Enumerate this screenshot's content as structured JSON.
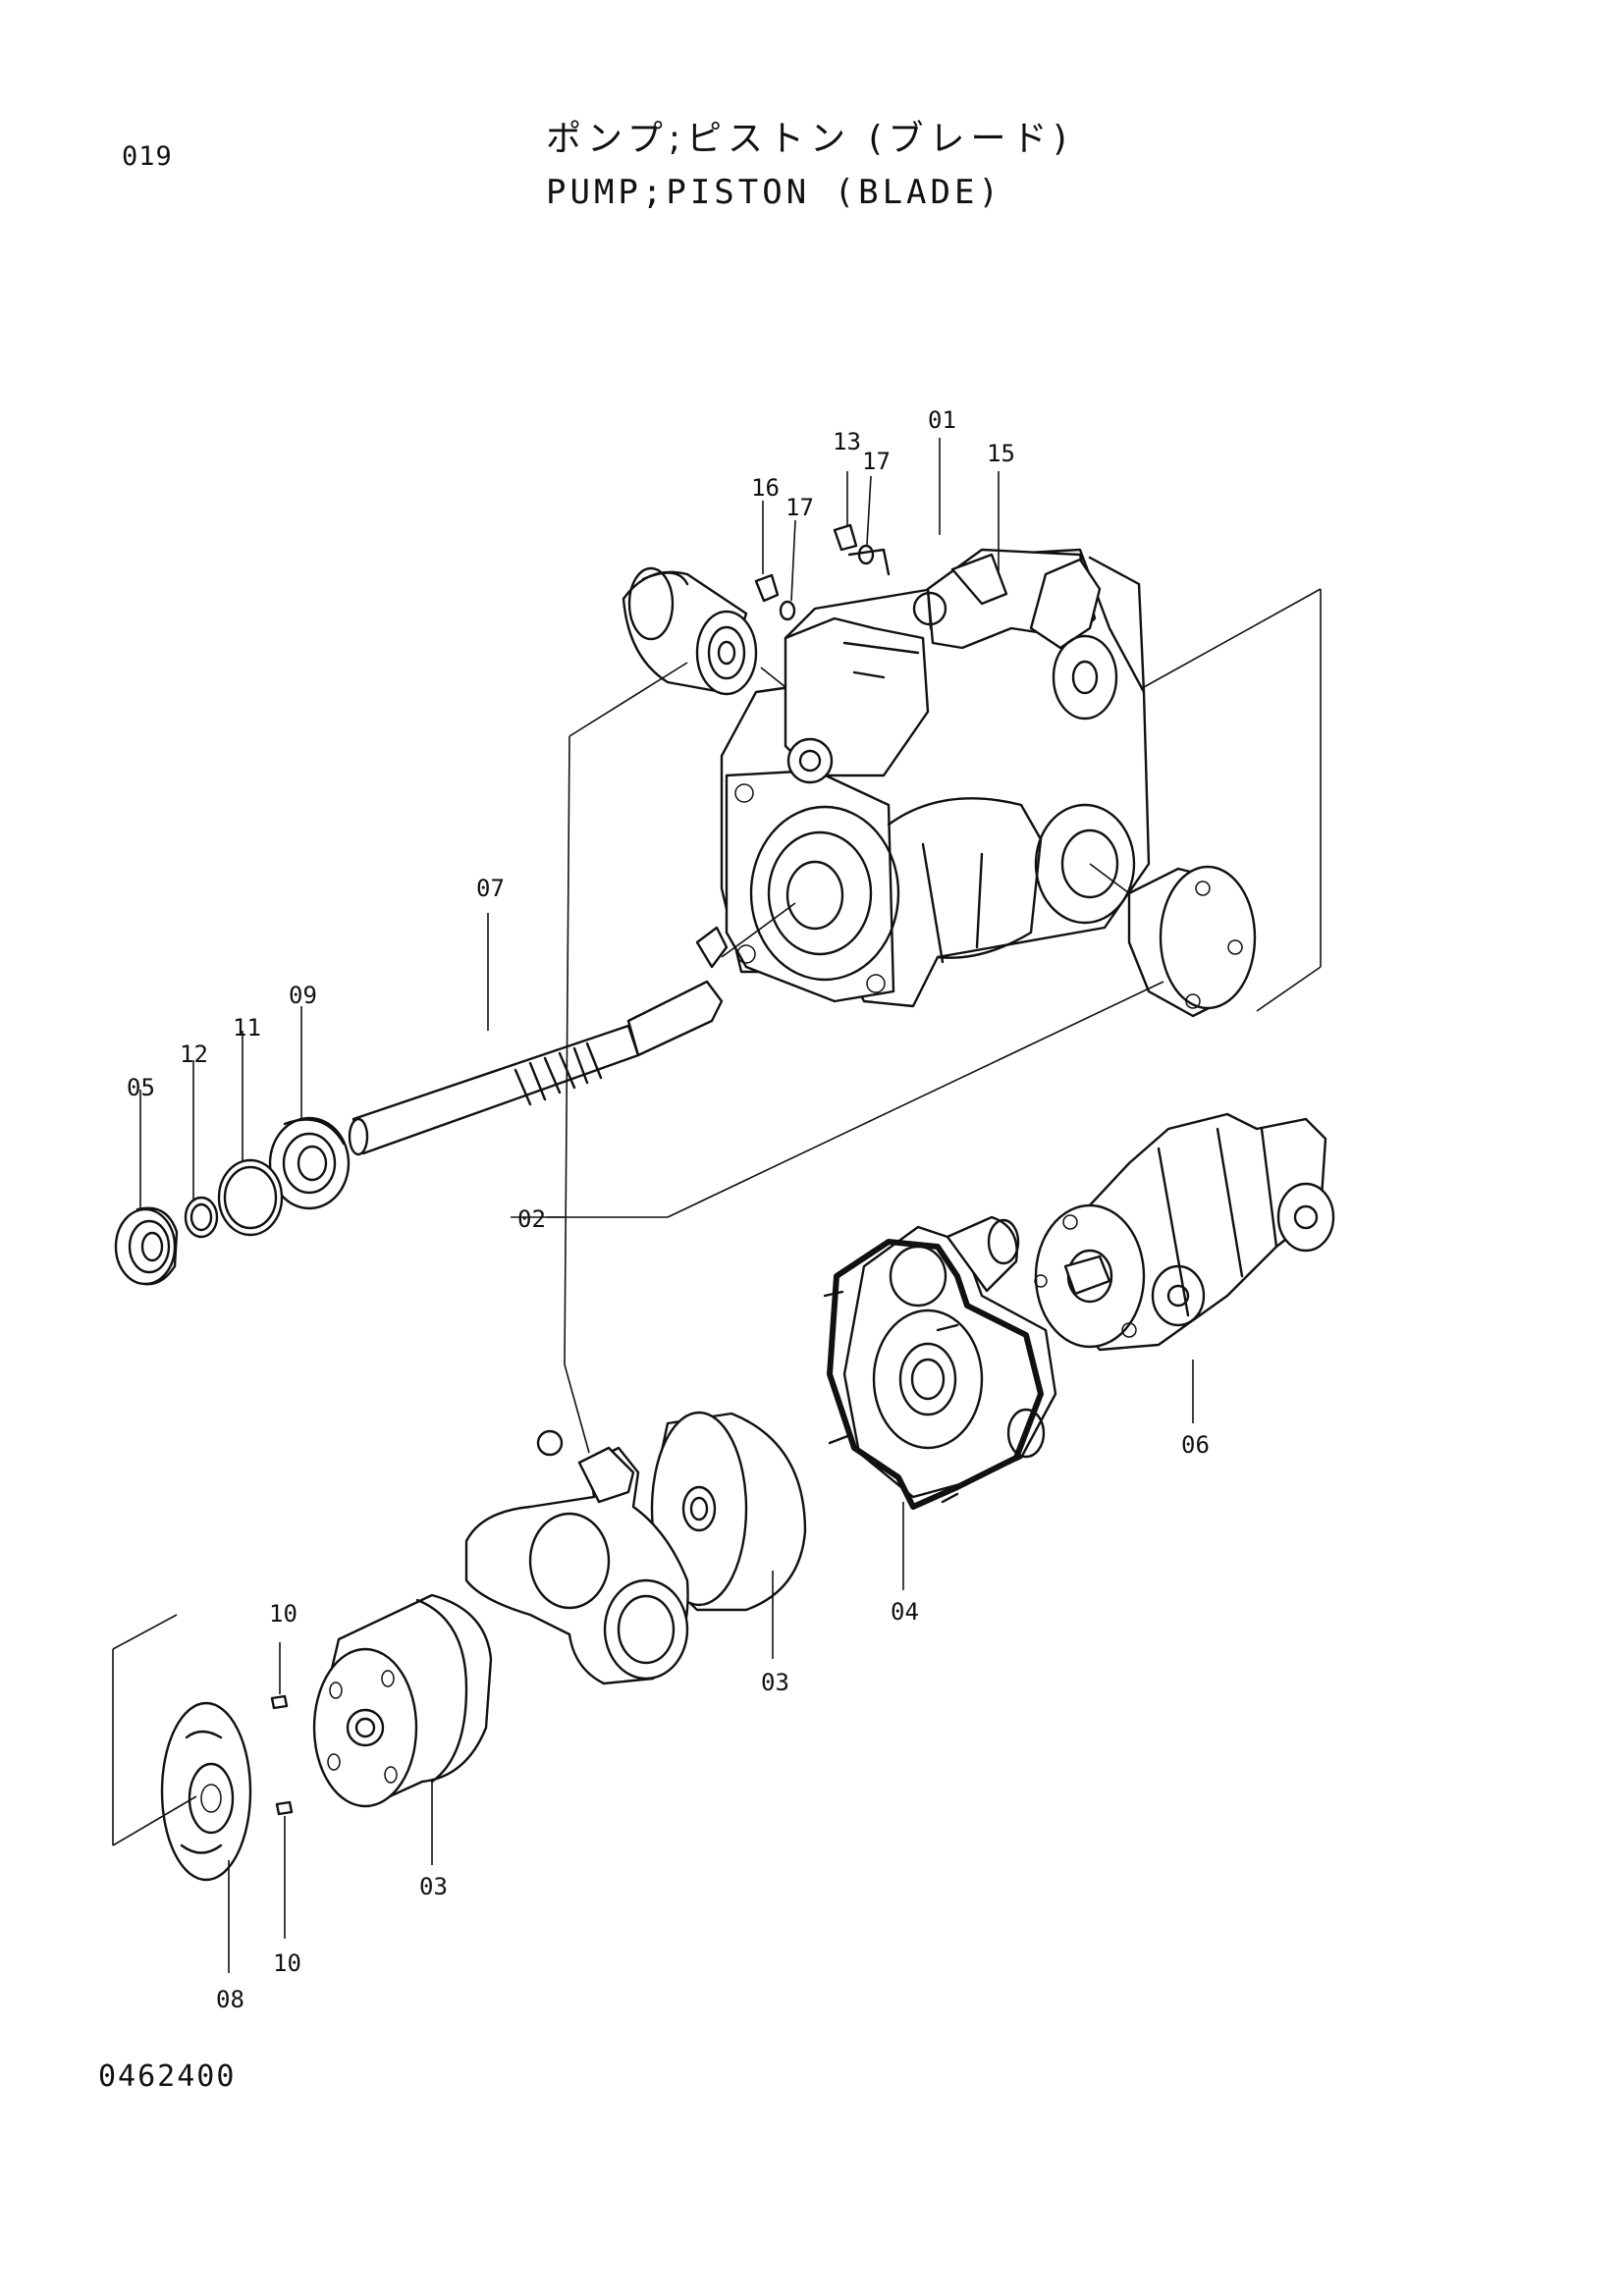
{
  "header": {
    "page_number": "019",
    "title_jp": "ポンプ;ピストン (ブレード)",
    "title_en": "PUMP;PISTON (BLADE)"
  },
  "footer": {
    "drawing_number": "0462400"
  },
  "callouts": {
    "c01": "01",
    "c02": "02",
    "c03a": "03",
    "c03b": "03",
    "c04": "04",
    "c05": "05",
    "c06": "06",
    "c07": "07",
    "c08": "08",
    "c09": "09",
    "c10a": "10",
    "c10b": "10",
    "c11": "11",
    "c12": "12",
    "c13": "13",
    "c15": "15",
    "c16": "16",
    "c17a": "17",
    "c17b": "17"
  }
}
